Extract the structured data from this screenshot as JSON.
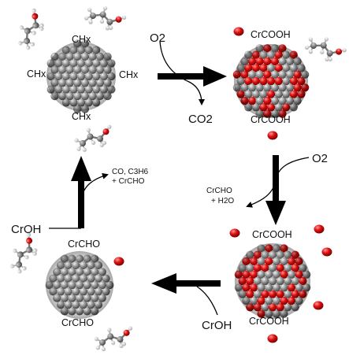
{
  "labels": {
    "ch_top": "CHx",
    "ch_left": "CHx",
    "ch_right": "CHx",
    "ch_bottom": "CHx",
    "o2_top": "O2",
    "co2": "CO2",
    "crcooh_tr_top": "CrCOOH",
    "crcooh_tr_bottom": "CrCOOH",
    "o2_right": "O2",
    "crcho_h2o": [
      "CrCHO",
      "+ H2O"
    ],
    "crcooh_br_top": "CrCOOH",
    "crcooh_br_bottom": "CrCOOH",
    "croh_bottom": "CrOH",
    "crcho_bl_top": "CrCHO",
    "crcho_bl_bottom": "CrCHO",
    "croh_left": "CrOH",
    "products": [
      "CO, C3H6",
      "+ CrCHO"
    ]
  },
  "colors": {
    "metal_atom": "#8c8c8c",
    "oxygen_atom": "#e01010",
    "arrow": "#000000",
    "hydrogen": "#f0f0f0",
    "carbon": "#707070"
  }
}
